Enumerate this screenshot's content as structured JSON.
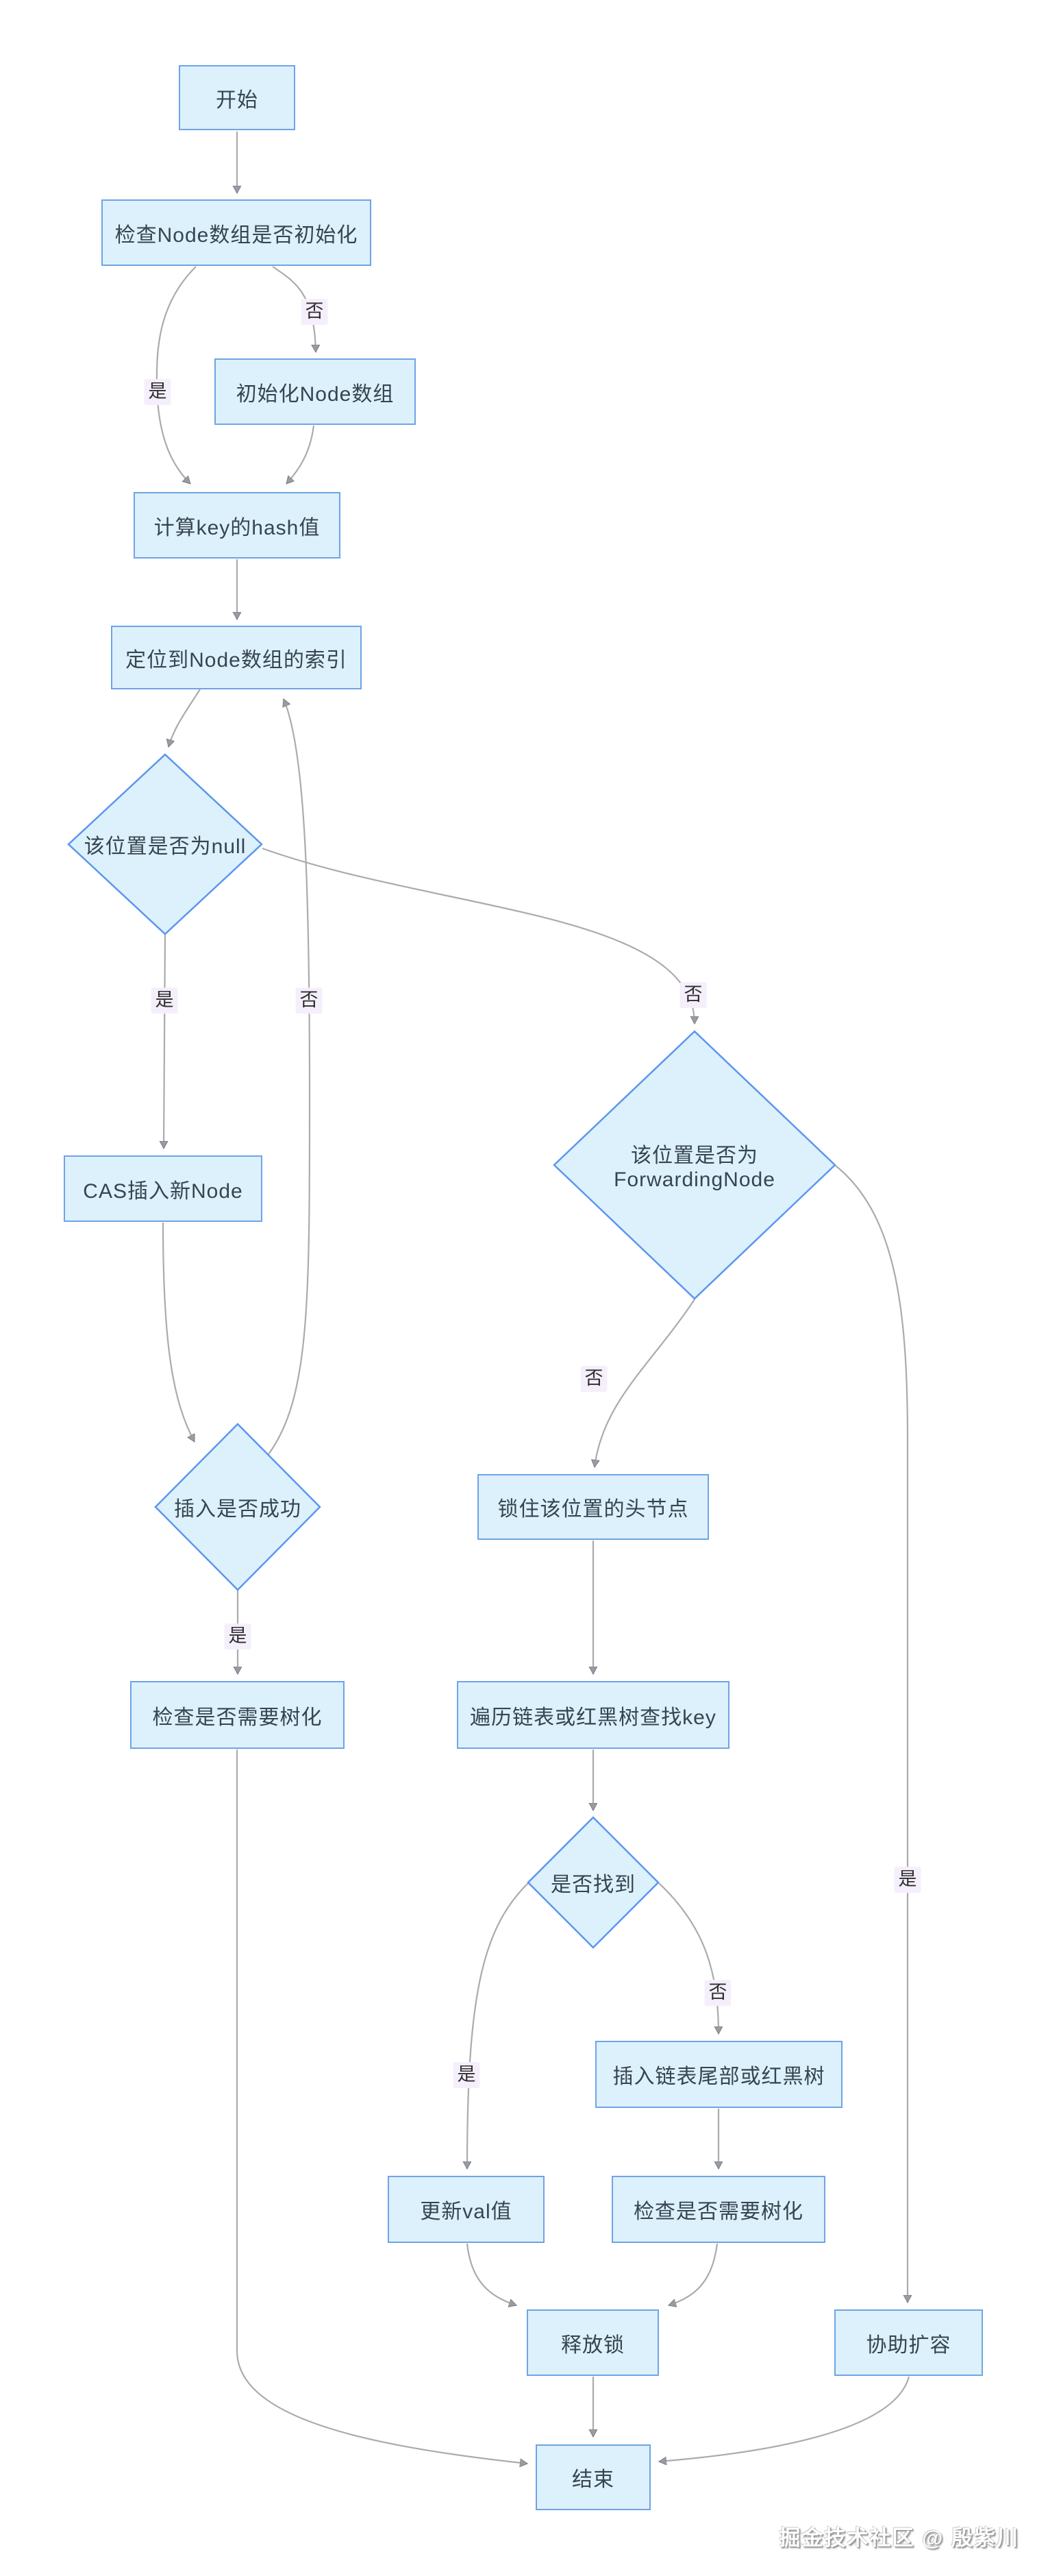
{
  "diagram": {
    "title_hint": "ConcurrentHashMap put 流程图",
    "background": "#ffffff",
    "colors": {
      "node_fill": "#ddf1fc",
      "rect_border": "#6fa3e6",
      "diamond_border": "#5c96ee",
      "edge_line": "#ababab",
      "arrowhead": "#989ca3",
      "label_chip_bg": "#f5effc",
      "node_text": "#36454f"
    }
  },
  "nodes": {
    "start": {
      "label": "开始",
      "type": "process"
    },
    "check_init": {
      "label": "检查Node数组是否初始化",
      "type": "process"
    },
    "init_array": {
      "label": "初始化Node数组",
      "type": "process"
    },
    "calc_hash": {
      "label": "计算key的hash值",
      "type": "process"
    },
    "locate_index": {
      "label": "定位到Node数组的索引",
      "type": "process"
    },
    "is_null": {
      "label": "该位置是否为null",
      "type": "decision"
    },
    "cas_insert": {
      "label": "CAS插入新Node",
      "type": "process"
    },
    "is_forwarding": {
      "label": "该位置是否为ForwardingNode",
      "type": "decision"
    },
    "insert_success": {
      "label": "插入是否成功",
      "type": "decision"
    },
    "lock_head": {
      "label": "锁住该位置的头节点",
      "type": "process"
    },
    "check_treeify_left": {
      "label": "检查是否需要树化",
      "type": "process"
    },
    "traverse": {
      "label": "遍历链表或红黑树查找key",
      "type": "process"
    },
    "is_found": {
      "label": "是否找到",
      "type": "decision"
    },
    "insert_tail": {
      "label": "插入链表尾部或红黑树",
      "type": "process"
    },
    "update_val": {
      "label": "更新val值",
      "type": "process"
    },
    "check_treeify_right": {
      "label": "检查是否需要树化",
      "type": "process"
    },
    "release_lock": {
      "label": "释放锁",
      "type": "process"
    },
    "assist_resize": {
      "label": "协助扩容",
      "type": "process"
    },
    "end": {
      "label": "结束",
      "type": "process"
    }
  },
  "edge_labels": {
    "check_no": "否",
    "check_yes": "是",
    "null_yes": "是",
    "success_no": "否",
    "null_no": "否",
    "fwd_no": "否",
    "fwd_yes": "是",
    "success_yes": "是",
    "found_no": "否",
    "found_yes": "是"
  },
  "edges": [
    {
      "from": "start",
      "to": "check_init",
      "label": ""
    },
    {
      "from": "check_init",
      "to": "init_array",
      "label": "否"
    },
    {
      "from": "check_init",
      "to": "calc_hash",
      "label": "是"
    },
    {
      "from": "init_array",
      "to": "calc_hash",
      "label": ""
    },
    {
      "from": "calc_hash",
      "to": "locate_index",
      "label": ""
    },
    {
      "from": "locate_index",
      "to": "is_null",
      "label": ""
    },
    {
      "from": "is_null",
      "to": "cas_insert",
      "label": "是"
    },
    {
      "from": "is_null",
      "to": "is_forwarding",
      "label": "否"
    },
    {
      "from": "cas_insert",
      "to": "insert_success",
      "label": ""
    },
    {
      "from": "insert_success",
      "to": "locate_index",
      "label": "否"
    },
    {
      "from": "insert_success",
      "to": "check_treeify_left",
      "label": "是"
    },
    {
      "from": "is_forwarding",
      "to": "lock_head",
      "label": "否"
    },
    {
      "from": "is_forwarding",
      "to": "assist_resize",
      "label": "是"
    },
    {
      "from": "lock_head",
      "to": "traverse",
      "label": ""
    },
    {
      "from": "traverse",
      "to": "is_found",
      "label": ""
    },
    {
      "from": "is_found",
      "to": "update_val",
      "label": "是"
    },
    {
      "from": "is_found",
      "to": "insert_tail",
      "label": "否"
    },
    {
      "from": "insert_tail",
      "to": "check_treeify_right",
      "label": ""
    },
    {
      "from": "update_val",
      "to": "release_lock",
      "label": ""
    },
    {
      "from": "check_treeify_right",
      "to": "release_lock",
      "label": ""
    },
    {
      "from": "release_lock",
      "to": "end",
      "label": ""
    },
    {
      "from": "check_treeify_left",
      "to": "end",
      "label": ""
    },
    {
      "from": "assist_resize",
      "to": "end",
      "label": ""
    }
  ],
  "watermark": {
    "text": "掘金技术社区 @ 殷紫川"
  }
}
